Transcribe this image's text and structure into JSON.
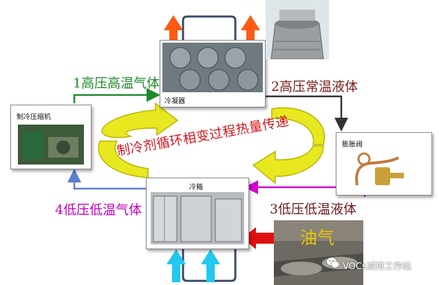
{
  "components": {
    "condenser": "冷凝器",
    "compressor": "制冷压缩机",
    "expansion_valve": "膨胀阀",
    "cold_box": "冷箱"
  },
  "flows": {
    "step1": "1高压高温气体",
    "step2": "2高压常温液体",
    "step3": "3低压低温液体",
    "step4": "4低压低温气体"
  },
  "center_title": "制冷剂循环相变过程热量传递",
  "oil_gas": "油气",
  "watermark": "VOCs减排工作站",
  "colors": {
    "step1": "#1f8a2a",
    "step2": "#3a3a3a",
    "step3": "#d400d4",
    "step4": "#5b7fd0",
    "center": "#d4141a",
    "swirl": "#e8e820",
    "hot_arrow": "#ff5a14",
    "cold_arrow": "#22c8f0",
    "oil_arrow": "#e01010"
  }
}
